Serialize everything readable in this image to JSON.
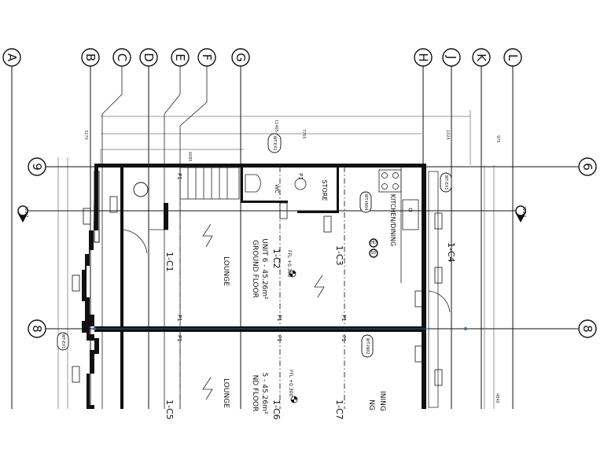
{
  "grid_columns": [
    "A",
    "B",
    "C",
    "D",
    "E",
    "F",
    "G",
    "H",
    "J",
    "K",
    "L"
  ],
  "grid_rows": [
    "9",
    "6",
    "8",
    "8"
  ],
  "rooms": {
    "lounge": "LOUNGE",
    "lounge_lower": "LOUNGE",
    "wc": "WC",
    "store": "STORE",
    "kitchen": "KITCHEN/DINING",
    "ground_floor": "GROUND FLOOR",
    "unit": "UNIT 6 - 45.26m²",
    "ground_floor_lower": "ND FLOOR",
    "unit_lower": "5 - 45.26m²",
    "kitchen_lower_1": "NG",
    "kitchen_lower_2": "INING"
  },
  "tags": {
    "wt_ex1_top": "WT-EX1",
    "wt_ex1_left": "WT-EX1",
    "wt_ex1_right": "WT-EX1",
    "wt_in02": "WT-IN02",
    "wt_in04": "WT-IN04",
    "section_left": "221-2",
    "section_right": "221-2"
  },
  "labels": {
    "c1": "1-C1",
    "c2": "1-C2",
    "c3": "1-C3",
    "c4": "1-C4",
    "c5": "1-C5",
    "c6": "1-C6",
    "c7": "1-C7",
    "p1": "P1",
    "ffl_upper": "FFL +0.300",
    "ffl_lower": "FFL +0.300",
    "sd": "SD",
    "hd": "HD"
  },
  "dimensions": {
    "overall": "11465",
    "d_7755": "7755",
    "d_6085": "6085",
    "d_3270": "3270",
    "d_1024": "1024",
    "d_975": "975",
    "d_4840": "4840"
  }
}
